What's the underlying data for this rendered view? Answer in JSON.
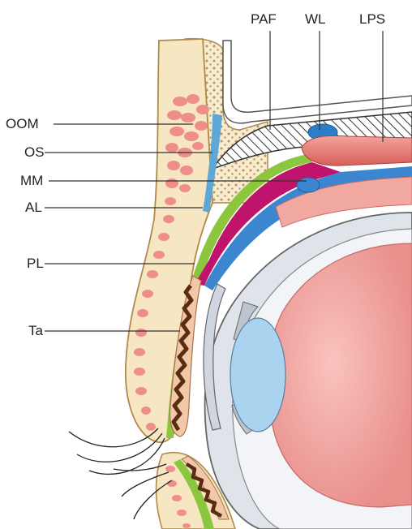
{
  "diagram": {
    "labels": {
      "paf": "PAF",
      "wl": "WL",
      "lps": "LPS",
      "oom": "OOM",
      "os": "OS",
      "mm": "MM",
      "al": "AL",
      "pl": "PL",
      "ta": "Ta"
    },
    "colors": {
      "skin": "#f6e7c2",
      "skin_outline": "#b08a4a",
      "muscle_orbicularis": "#ee8e8a",
      "orbital_septum": "#5ea8d8",
      "aponeurosis_green": "#8cc63f",
      "muller_muscle": "#c0136b",
      "pre_aponeurotic_fat": "#3b86cf",
      "levator_muscle": "#e8736e",
      "whitnall_ligament": "#2c7fc6",
      "tarsus": "#f2c9a8",
      "meibomian": "#5a2d12",
      "sclera": "#dfe3ea",
      "lens": "#a9d3ef",
      "vitreous": "#f4a7a2",
      "hatched_fat": "#ffffff"
    }
  }
}
